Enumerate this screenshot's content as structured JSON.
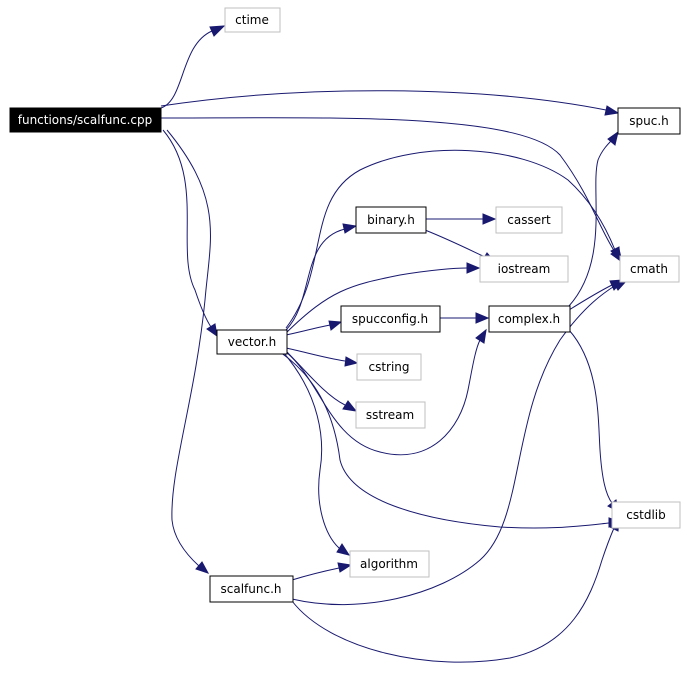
{
  "colors": {
    "edge": "#191970",
    "node_border": "#000000",
    "system_header_border": "#bfbfbf",
    "root_fill": "#000000",
    "root_text": "#ffffff",
    "node_fill": "#ffffff",
    "node_text": "#000000"
  },
  "nodes": {
    "root": "functions/scalfunc.cpp",
    "ctime": "ctime",
    "spuc_h": "spuc.h",
    "cmath": "cmath",
    "binary_h": "binary.h",
    "cassert": "cassert",
    "iostream": "iostream",
    "vector_h": "vector.h",
    "spucconfig_h": "spucconfig.h",
    "complex_h": "complex.h",
    "cstring": "cstring",
    "sstream": "sstream",
    "cstdlib": "cstdlib",
    "algorithm": "algorithm",
    "scalfunc_h": "scalfunc.h"
  }
}
